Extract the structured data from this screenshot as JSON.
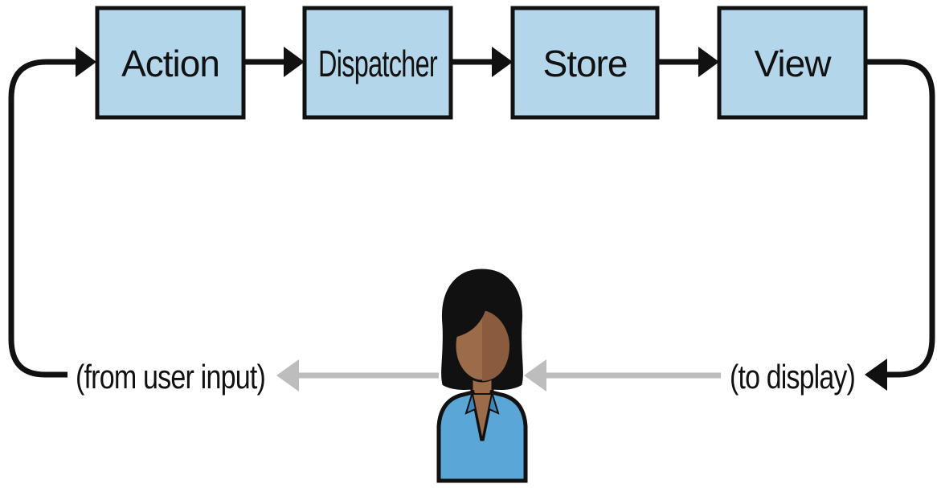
{
  "flow": {
    "boxes": [
      {
        "label": "Action"
      },
      {
        "label": "Dispatcher"
      },
      {
        "label": "Store"
      },
      {
        "label": "View"
      }
    ],
    "box_fill": "#b4d6ea",
    "box_stroke": "#111111"
  },
  "labels": {
    "to_display": "(to display)",
    "from_user_input": "(from user input)"
  },
  "user": {
    "icon": "user-person-icon",
    "shirt_color": "#5aa6d6",
    "skin_color": "#9c6b49",
    "hair_color": "#111111"
  },
  "arrows": {
    "main_color": "#111111",
    "gray_color": "#bdbdbd"
  }
}
